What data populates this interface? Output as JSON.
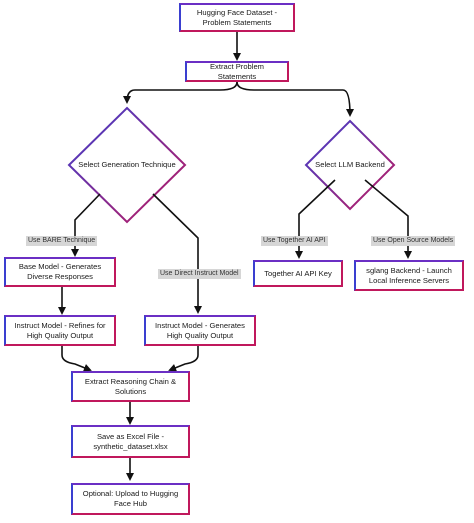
{
  "nodes": {
    "dataset": "Hugging Face Dataset - Problem Statements",
    "extract": "Extract Problem Statements",
    "gen_technique": "Select Generation Technique",
    "llm_backend": "Select LLM Backend",
    "base_model": "Base Model - Generates Diverse Responses",
    "instruct_refine": "Instruct Model - Refines for High Quality Output",
    "instruct_direct": "Instruct Model - Generates High Quality Output",
    "together_key": "Together AI API Key",
    "sglang": "sglang Backend - Launch Local Inference Servers",
    "reasoning": "Extract Reasoning Chain & Solutions",
    "excel": "Save as Excel File - synthetic_dataset.xlsx",
    "upload": "Optional: Upload to Hugging Face Hub"
  },
  "edges": {
    "bare": "Use BARE Technique",
    "direct": "Use Direct Instruct Model",
    "together": "Use Together AI API",
    "open_source": "Use Open Source Models"
  },
  "colors": {
    "border_blue": "#3a3fd0",
    "border_pink": "#c0185c",
    "arrow": "#111111",
    "label_bg": "#d6d6d6"
  }
}
